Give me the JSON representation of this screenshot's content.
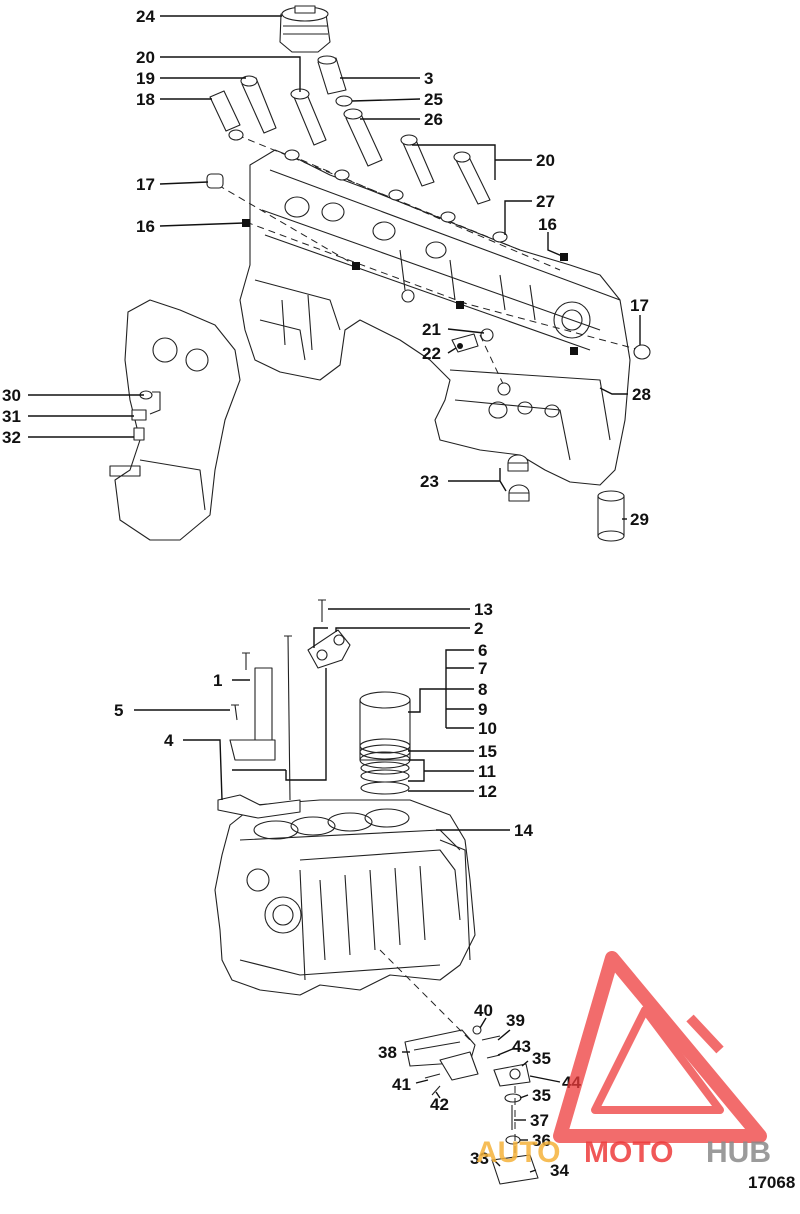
{
  "diagram": {
    "figure_number": "17068",
    "callouts": {
      "c1": "1",
      "c2": "2",
      "c3": "3",
      "c4": "4",
      "c5": "5",
      "c6": "6",
      "c7": "7",
      "c8": "8",
      "c9": "9",
      "c10": "10",
      "c11": "11",
      "c12": "12",
      "c13": "13",
      "c14": "14",
      "c15": "15",
      "c16a": "16",
      "c16b": "16",
      "c17a": "17",
      "c17b": "17",
      "c18": "18",
      "c19": "19",
      "c20a": "20",
      "c20b": "20",
      "c21": "21",
      "c22": "22",
      "c23": "23",
      "c24": "24",
      "c25": "25",
      "c26": "26",
      "c27": "27",
      "c28": "28",
      "c29": "29",
      "c30": "30",
      "c31": "31",
      "c32": "32",
      "c33": "33",
      "c34": "34",
      "c35a": "35",
      "c35b": "35",
      "c36": "36",
      "c37": "37",
      "c38": "38",
      "c39": "39",
      "c40": "40",
      "c41": "41",
      "c42": "42",
      "c43": "43",
      "c44": "44"
    }
  },
  "watermark": {
    "text_a": "AUTO",
    "text_b": "MOTO",
    "text_c": "HUB",
    "colors": {
      "primary": "#ee3b3b",
      "secondary": "#f5b23a",
      "grey": "#8a8a8a"
    }
  }
}
